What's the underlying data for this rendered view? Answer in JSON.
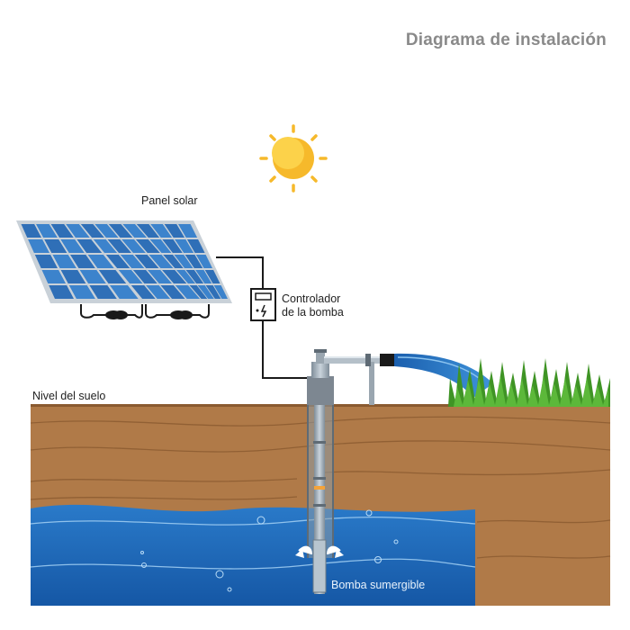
{
  "title": "Diagrama de instalación",
  "labels": {
    "solar_panel": "Panel solar",
    "controller_line1": "Controlador",
    "controller_line2": "de la bomba",
    "ground_level": "Nivel del suelo",
    "submersible_pump": "Bomba sumergible"
  },
  "colors": {
    "title_gray": "#8a8a8a",
    "sun": "#f6b92b",
    "panel_blue": "#2f6fb7",
    "soil": "#b07a48",
    "water": "#1c64b7",
    "grass": "#49a62a"
  }
}
